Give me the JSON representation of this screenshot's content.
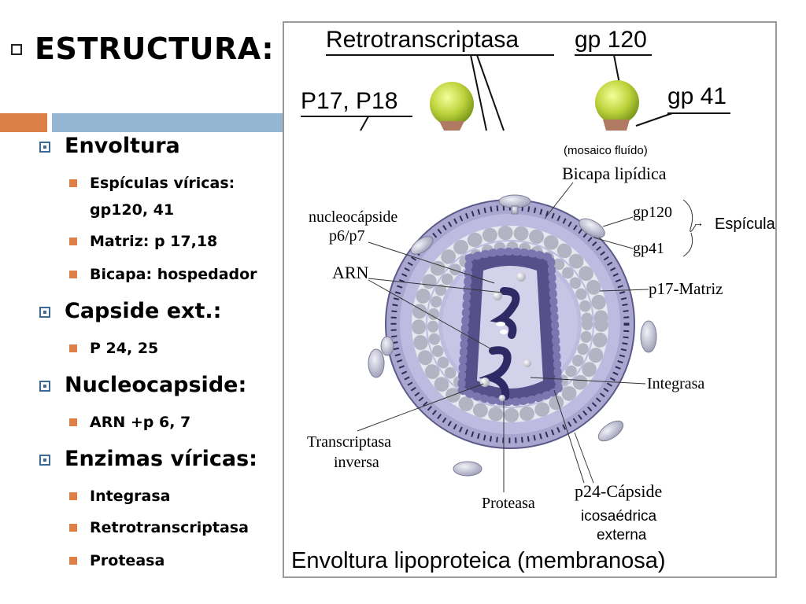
{
  "slide": {
    "title": "ESTRUCTURA:",
    "outline": [
      {
        "label": "Envoltura",
        "items": [
          "Espículas víricas:",
          "gp120, 41",
          "Matriz: p 17,18",
          "Bicapa: hospedador"
        ]
      },
      {
        "label": "Capside ext.:",
        "items": [
          "P 24, 25"
        ]
      },
      {
        "label": "Nucleocapside:",
        "items": [
          "ARN +p 6, 7"
        ]
      },
      {
        "label": "Enzimas víricas:",
        "items": [
          "Integrasa",
          "Retrotranscriptasa",
          "Proteasa"
        ]
      }
    ]
  },
  "diagram": {
    "top_labels": {
      "retro": "Retrotranscriptasa",
      "gp120": "gp 120",
      "p17p18": "P17, P18",
      "gp41": "gp 41"
    },
    "labels": {
      "mosaico": "(mosaico fluído)",
      "bicapa": "Bicapa lipídica",
      "gp120": "gp120",
      "gp41": "gp41",
      "espicula": "Espícula",
      "nucleocapside": "nucleocápside",
      "p6p7": "p6/p7",
      "arn": "ARN",
      "p17matriz": "p17-Matriz",
      "integrasa": "Integrasa",
      "transcriptasa1": "Transcriptasa",
      "transcriptasa2": "inversa",
      "proteasa": "Proteasa",
      "p24capside": "p24-Cápside",
      "icosa1": "icosaédrica",
      "icosa2": "externa"
    },
    "caption": "Envoltura lipoproteica (membranosa)",
    "colors": {
      "accent_orange": "#dd8047",
      "accent_blue": "#94b6d2",
      "core": "#56508a",
      "membrane": "#a9a6d0"
    }
  }
}
